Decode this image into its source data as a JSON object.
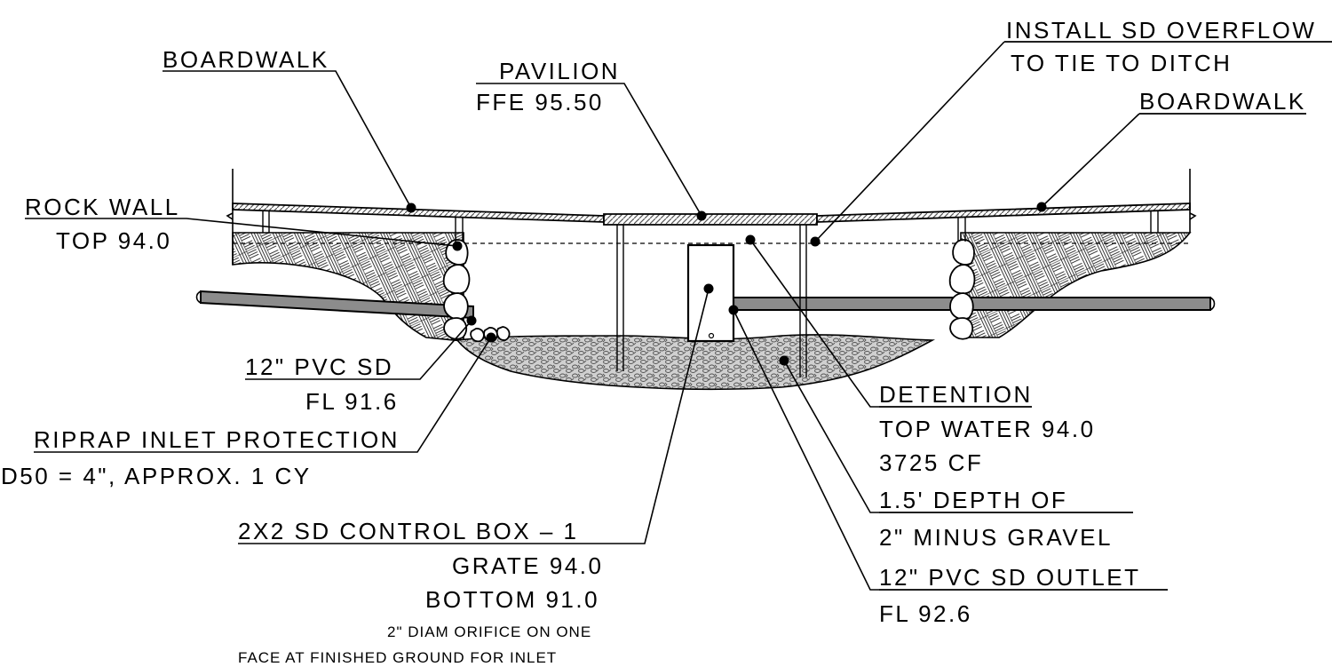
{
  "labels": {
    "boardwalk_left": "BOARDWALK",
    "pavilion_title": "PAVILION",
    "pavilion_ffe": "FFE 95.50",
    "install_line1": "INSTALL SD OVERFLOW",
    "install_line2": "TO TIE TO DITCH",
    "boardwalk_right": "BOARDWALK",
    "rock_wall_title": "ROCK WALL",
    "rock_wall_top": "TOP 94.0",
    "pvc_inlet_title": "12\" PVC SD",
    "pvc_inlet_fl": "FL 91.6",
    "riprap_title": "RIPRAP INLET PROTECTION",
    "riprap_detail": "D50 = 4\", APPROX. 1 CY",
    "control_box_title": "2X2 SD CONTROL BOX – 1",
    "control_box_grate": "GRATE 94.0",
    "control_box_bottom": "BOTTOM 91.0",
    "orifice_line1": "2\" DIAM ORIFICE ON ONE",
    "orifice_line2": "FACE AT FINISHED GROUND FOR INLET",
    "detention_title": "DETENTION",
    "detention_water": "TOP WATER 94.0",
    "detention_volume": "3725 CF",
    "gravel_line1": "1.5' DEPTH OF",
    "gravel_line2": "2\" MINUS GRAVEL",
    "pvc_outlet_title": "12\" PVC SD OUTLET",
    "pvc_outlet_fl": "FL 92.6"
  },
  "colors": {
    "line": "#000000",
    "pipe_fill": "#8c8c8c",
    "background": "#ffffff"
  }
}
